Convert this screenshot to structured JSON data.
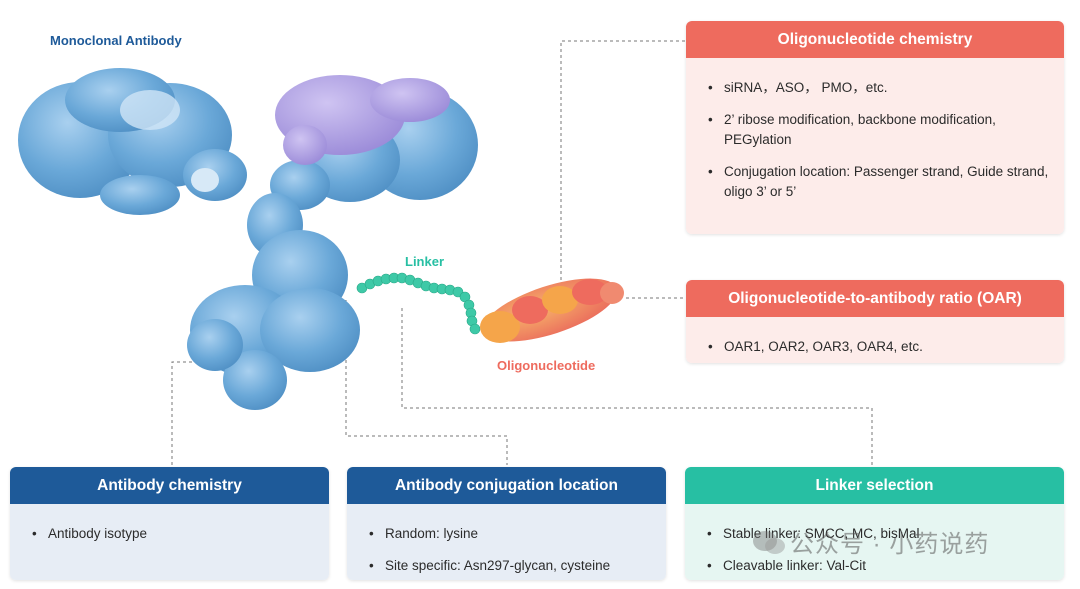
{
  "labels": {
    "antibody": "Monoclonal Antibody",
    "linker": "Linker",
    "oligo": "Oligonucleotide"
  },
  "cards": {
    "oligo_chem": {
      "title": "Oligonucleotide  chemistry",
      "items": [
        "siRNA，ASO， PMO，etc.",
        "2’ ribose modification, backbone modification, PEGylation",
        "Conjugation location: Passenger strand, Guide strand, oligo 3’ or 5’"
      ]
    },
    "oar": {
      "title": "Oligonucleotide-to-antibody ratio (OAR)",
      "items": [
        "OAR1, OAR2, OAR3, OAR4, etc."
      ]
    },
    "ab_chem": {
      "title": "Antibody chemistry",
      "items": [
        "Antibody isotype"
      ]
    },
    "ab_conj": {
      "title": "Antibody conjugation location",
      "items": [
        "Random: lysine",
        "Site specific: Asn297-glycan, cysteine"
      ]
    },
    "linker_sel": {
      "title": "Linker selection",
      "items": [
        "Stable linker: SMCC, MC, bisMal",
        "Cleavable linker: Val-Cit"
      ]
    }
  },
  "watermark": "公众号 · 小药说药",
  "colors": {
    "antibody_blue": "#6aa8d8",
    "antibody_purple": "#a99ae0",
    "linker_teal": "#3ec9a7",
    "oligo_red": "#ee6b5e",
    "oligo_orange": "#f5a54a",
    "card_red": "#ee6b5e",
    "card_blue": "#1e5a99",
    "card_teal": "#27bfa3",
    "label_blue": "#1e5a99"
  }
}
